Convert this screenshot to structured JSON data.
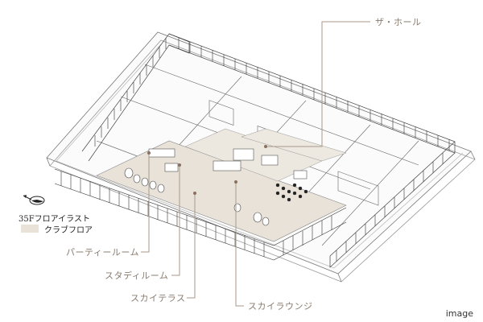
{
  "diagram": {
    "type": "isometric-floor-plan",
    "floor_title": "35Fフロアイラスト",
    "legend": {
      "swatch_color": "#e8e2d8",
      "label": "クラブフロア"
    },
    "callouts": [
      {
        "id": "the-hall",
        "label": "ザ・ホール"
      },
      {
        "id": "party-room",
        "label": "パーティールーム"
      },
      {
        "id": "study-room",
        "label": "スタディルーム"
      },
      {
        "id": "sky-terrace",
        "label": "スカイテラス"
      },
      {
        "id": "sky-lounge",
        "label": "スカイラウンジ"
      }
    ],
    "footer_tag": "image",
    "colors": {
      "leader_line": "#a8998a",
      "label_text": "#8a7d70",
      "club_floor_fill": "#e8e2d8",
      "line_art": "#555555"
    },
    "icons": {
      "compass": "north-arrow-compass-icon"
    }
  }
}
